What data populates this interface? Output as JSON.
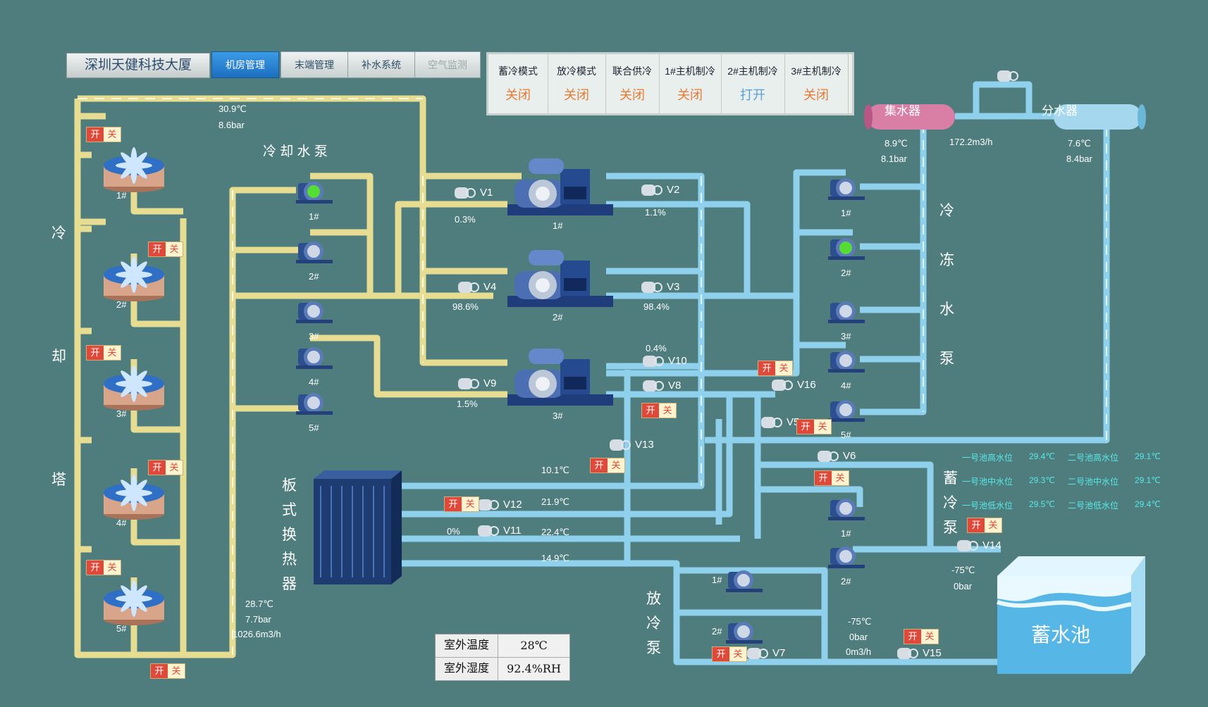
{
  "header": {
    "title": "深圳天健科技大厦",
    "tabs": [
      {
        "label": "机房管理"
      },
      {
        "label": "末端管理"
      },
      {
        "label": "补水系统"
      },
      {
        "label": "空气监测"
      }
    ]
  },
  "modes": [
    {
      "label": "蓄冷模式",
      "value": "关闭"
    },
    {
      "label": "放冷模式",
      "value": "关闭"
    },
    {
      "label": "联合供冷",
      "value": "关闭"
    },
    {
      "label": "1#主机制冷",
      "value": "关闭"
    },
    {
      "label": "2#主机制冷",
      "value": "打开"
    },
    {
      "label": "3#主机制冷",
      "value": "关闭"
    }
  ],
  "colors": {
    "background": "#4f7d7d",
    "cooling_pipe": "#e8e0a0",
    "chilled_pipe": "#8fd0ec",
    "on": "#e0483a",
    "running": "#55dd33"
  },
  "switch": {
    "on": "开",
    "off": "关"
  },
  "cooling_tower": {
    "label_chars": [
      "冷",
      "却",
      "塔"
    ],
    "units": [
      "1#",
      "2#",
      "3#",
      "4#",
      "5#"
    ],
    "supply_temp": "30.9℃",
    "supply_pressure": "8.6bar",
    "return_temp": "28.7℃",
    "return_pressure": "7.7bar",
    "flow": "1026.6m3/h"
  },
  "cooling_pump": {
    "title": "冷 却 水 泵",
    "units": [
      "1#",
      "2#",
      "3#",
      "4#",
      "5#"
    ]
  },
  "chillers": [
    "1#",
    "2#",
    "3#"
  ],
  "valves": {
    "V1": {
      "name": "V1",
      "value": "0.3%"
    },
    "V2": {
      "name": "V2",
      "value": "1.1%"
    },
    "V3": {
      "name": "V3",
      "value": "98.4%"
    },
    "V4": {
      "name": "V4",
      "value": "98.6%"
    },
    "V9": {
      "name": "V9",
      "value": "1.5%"
    },
    "V10": {
      "name": "V10",
      "value": "0.4%"
    },
    "V8": {
      "name": "V8"
    },
    "V16": {
      "name": "V16"
    },
    "V5": {
      "name": "V5"
    },
    "V13": {
      "name": "V13"
    },
    "V6": {
      "name": "V6"
    },
    "V12": {
      "name": "V12"
    },
    "V11": {
      "name": "V11",
      "value": "0%"
    },
    "V14": {
      "name": "V14"
    },
    "V7": {
      "name": "V7"
    },
    "V15": {
      "name": "V15"
    }
  },
  "collector": {
    "label": "集水器",
    "temp": "8.9℃",
    "pressure": "8.1bar"
  },
  "distributor": {
    "label": "分水器",
    "temp": "7.6℃",
    "pressure": "8.4bar"
  },
  "bypass_flow": "172.2m3/h",
  "chilled_pump": {
    "label_chars": [
      "冷",
      "冻",
      "水",
      "泵"
    ],
    "units": [
      "1#",
      "2#",
      "3#",
      "4#",
      "5#"
    ]
  },
  "heat_exchanger": {
    "label_chars": [
      "板",
      "式",
      "换",
      "热",
      "器"
    ],
    "temps": [
      "10.1℃",
      "21.9℃",
      "22.4℃",
      "14.9℃"
    ]
  },
  "storage_pump": {
    "label_chars": [
      "蓄",
      "冷",
      "泵"
    ],
    "units": [
      "1#",
      "2#"
    ],
    "temp": "-75℃",
    "pressure": "0bar"
  },
  "discharge_pump": {
    "label_chars": [
      "放",
      "冷",
      "泵"
    ],
    "units": [
      "1#",
      "2#"
    ],
    "temp": "-75℃",
    "pressure": "0bar",
    "flow": "0m3/h"
  },
  "tank": {
    "label": "蓄水池"
  },
  "water_levels": [
    [
      "一号池高水位",
      "29.4℃",
      "二号池高水位",
      "29.1℃"
    ],
    [
      "一号池中水位",
      "29.3℃",
      "二号池中水位",
      "29.1℃"
    ],
    [
      "一号池低水位",
      "29.5℃",
      "二号池低水位",
      "29.4℃"
    ]
  ],
  "environment": {
    "temp_label": "室外温度",
    "temp_value": "28℃",
    "hum_label": "室外湿度",
    "hum_value": "92.4%RH"
  }
}
